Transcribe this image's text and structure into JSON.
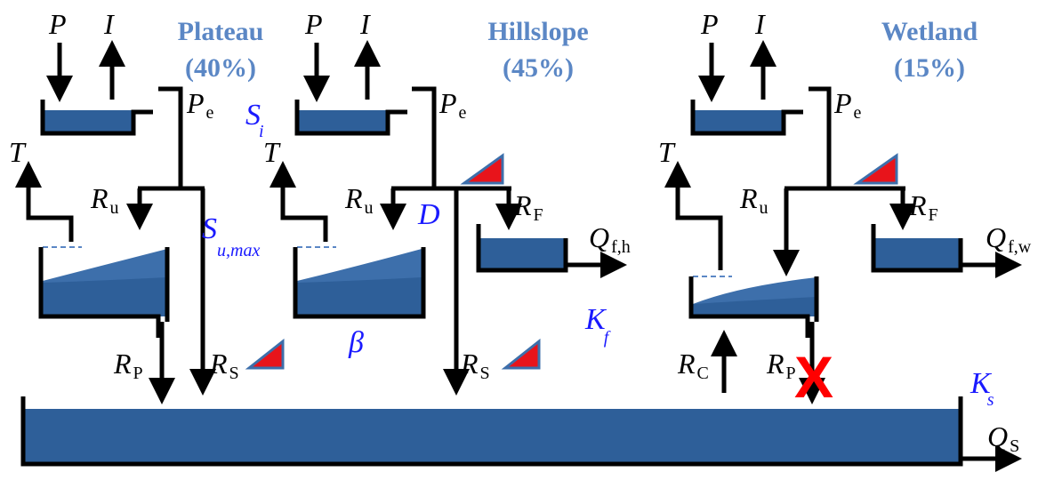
{
  "units": [
    {
      "name": "Plateau",
      "share": "(40%)"
    },
    {
      "name": "Hillslope",
      "share": "(45%)"
    },
    {
      "name": "Wetland",
      "share": "(15%)"
    }
  ],
  "symbols": {
    "P": "P",
    "I": "I",
    "T": "T",
    "R": "R",
    "Q": "Q",
    "e": "e",
    "u": "u",
    "p": "P",
    "s": "S",
    "f": "F",
    "c": "C",
    "fh": "f,h",
    "fw": "f,w",
    "qs": "S"
  },
  "params": {
    "Si": "S",
    "Si_sub": "i",
    "Sumax": "S",
    "Sumax_sub": "u,max",
    "D": "D",
    "beta": "β",
    "Kf": "K",
    "Kf_sub": "f",
    "Ks": "K",
    "Ks_sub": "s"
  },
  "marks": {
    "cross": "X"
  },
  "colors": {
    "title": "#5b87c5",
    "param": "#1a1aff",
    "water": "#2e5f99",
    "switch": "#e8141b",
    "cross": "#ff0000"
  }
}
